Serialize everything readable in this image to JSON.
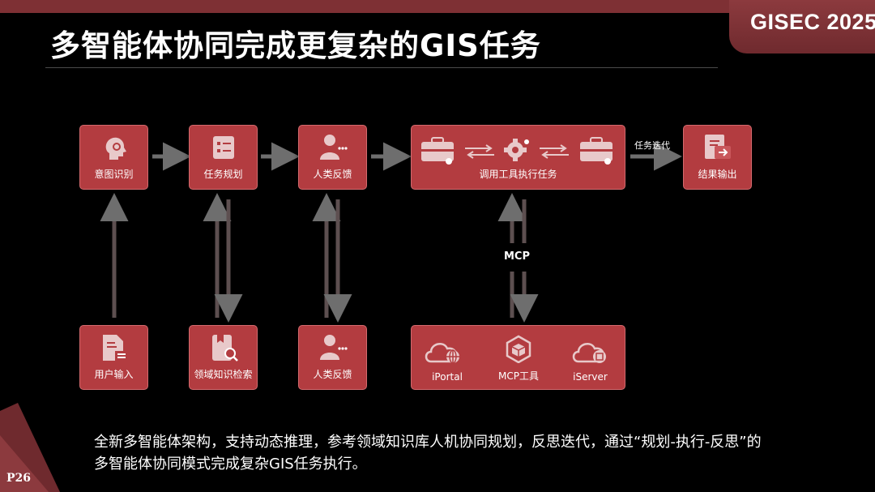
{
  "header": {
    "badge": "GISEC 2025",
    "title": "多智能体协同完成更复杂的GIS任务"
  },
  "diagram": {
    "top_row": [
      {
        "label": "意图识别",
        "icon": "head-profile-icon"
      },
      {
        "label": "任务规划",
        "icon": "checklist-icon"
      },
      {
        "label": "人类反馈",
        "icon": "person-chat-icon"
      },
      {
        "label": "调用工具执行任务",
        "icon": "toolbox-gear-exchange-icon"
      },
      {
        "label": "结果输出",
        "icon": "document-export-icon"
      }
    ],
    "bottom_row": [
      {
        "label": "用户输入",
        "icon": "document-lines-icon"
      },
      {
        "label": "领域知识检索",
        "icon": "book-search-icon"
      },
      {
        "label": "人类反馈",
        "icon": "person-chat-icon"
      }
    ],
    "tools_box": [
      {
        "label": "iPortal",
        "icon": "cloud-globe-icon"
      },
      {
        "label": "MCP工具",
        "icon": "cube-icon"
      },
      {
        "label": "iServer",
        "icon": "cloud-server-icon"
      }
    ],
    "iteration_label": "任务迭代",
    "protocol_label": "MCP"
  },
  "description": "全新多智能体架构，支持动态推理，参考领域知识库人机协同规划，反思迭代，通过“规划-执行-反思”的多智能体协同模式完成复杂GIS任务执行。",
  "footer": {
    "page_number": "P26"
  },
  "colors": {
    "node_fill": "#b33c40",
    "node_border": "#d36a6e",
    "accent_header": "#7e3034",
    "arrow": "#6e6e6e",
    "background": "#000000"
  }
}
